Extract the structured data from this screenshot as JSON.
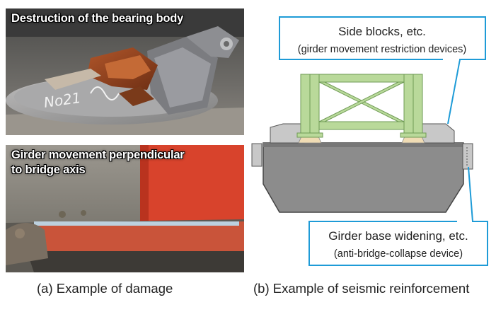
{
  "panel_a": {
    "caption": "(a) Example of damage",
    "photos": [
      {
        "caption": "Destruction of the bearing body",
        "scribble": "No21"
      },
      {
        "caption_line1": "Girder movement perpendicular",
        "caption_line2": "to bridge axis"
      }
    ]
  },
  "panel_b": {
    "caption": "(b) Example of seismic reinforcement",
    "callout_top": {
      "line1": "Side blocks, etc.",
      "line2": "(girder movement restriction devices)"
    },
    "callout_bottom": {
      "line1": "Girder base widening, etc.",
      "line2": "(anti-bridge-collapse device)"
    }
  },
  "colors": {
    "callout_border": "#1e9bd7",
    "girder_green": "#b9d99a",
    "girder_green_dark": "#6e9a54",
    "pier_gray": "#8c8c8c",
    "block_gray": "#c8c8c8",
    "bearing_tan": "#f0dcb4",
    "damage_red": "#d8432c"
  }
}
